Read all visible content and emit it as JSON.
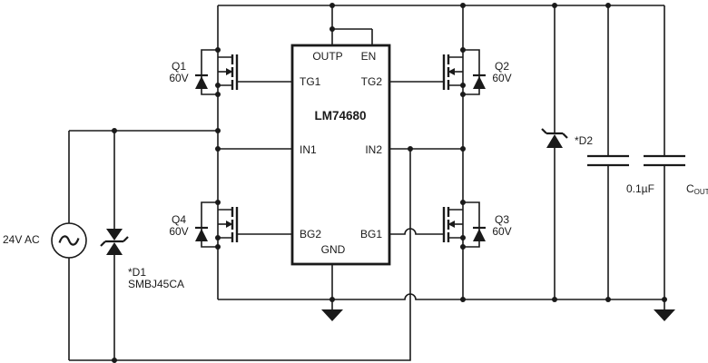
{
  "schematic": {
    "ic": {
      "name": "LM74680",
      "pins": {
        "outp": "OUTP",
        "en": "EN",
        "tg1": "TG1",
        "tg2": "TG2",
        "in1": "IN1",
        "in2": "IN2",
        "bg2": "BG2",
        "bg1": "BG1",
        "gnd": "GND"
      }
    },
    "transistors": {
      "q1": {
        "ref": "Q1",
        "rating": "60V"
      },
      "q2": {
        "ref": "Q2",
        "rating": "60V"
      },
      "q3": {
        "ref": "Q3",
        "rating": "60V"
      },
      "q4": {
        "ref": "Q4",
        "rating": "60V"
      }
    },
    "ac_source": {
      "label": "24V AC"
    },
    "tvs_d1": {
      "ref": "*D1",
      "part": "SMBJ45CA"
    },
    "tvs_d2": {
      "ref": "*D2"
    },
    "cap_bypass": {
      "value": "0.1µF"
    },
    "cap_out": {
      "symbol": "C",
      "subscript": "OUT"
    }
  },
  "colors": {
    "ink": "#1a1a1a",
    "background": "#ffffff"
  }
}
